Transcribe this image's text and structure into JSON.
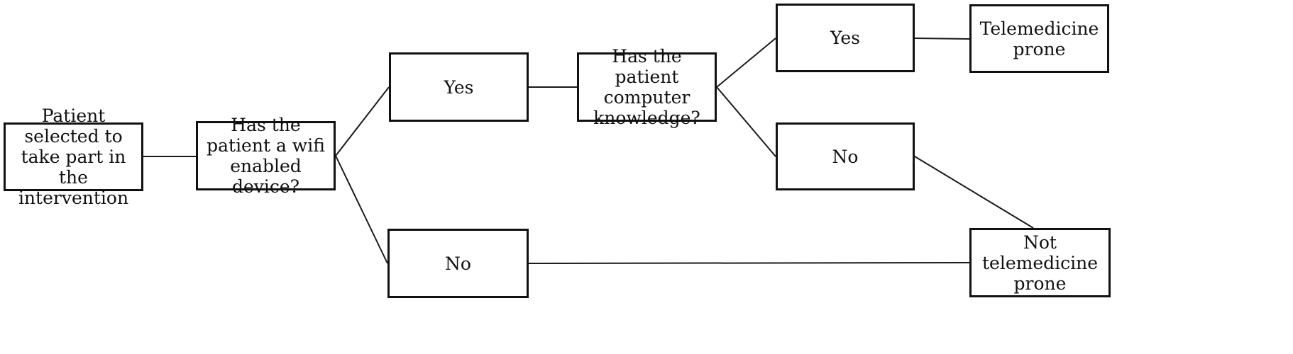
{
  "nodes": {
    "start": "Patient selected to take part in the intervention",
    "q_wifi": "Has the patient a wifi enabled device?",
    "yes_wifi": "Yes",
    "no_wifi": "No",
    "q_computer": "Has the patient computer knowledge?",
    "yes_computer": "Yes",
    "no_computer": "No",
    "telemedicine_prone": "Telemedicine prone",
    "not_telemedicine_prone": "Not telemedicine prone"
  }
}
